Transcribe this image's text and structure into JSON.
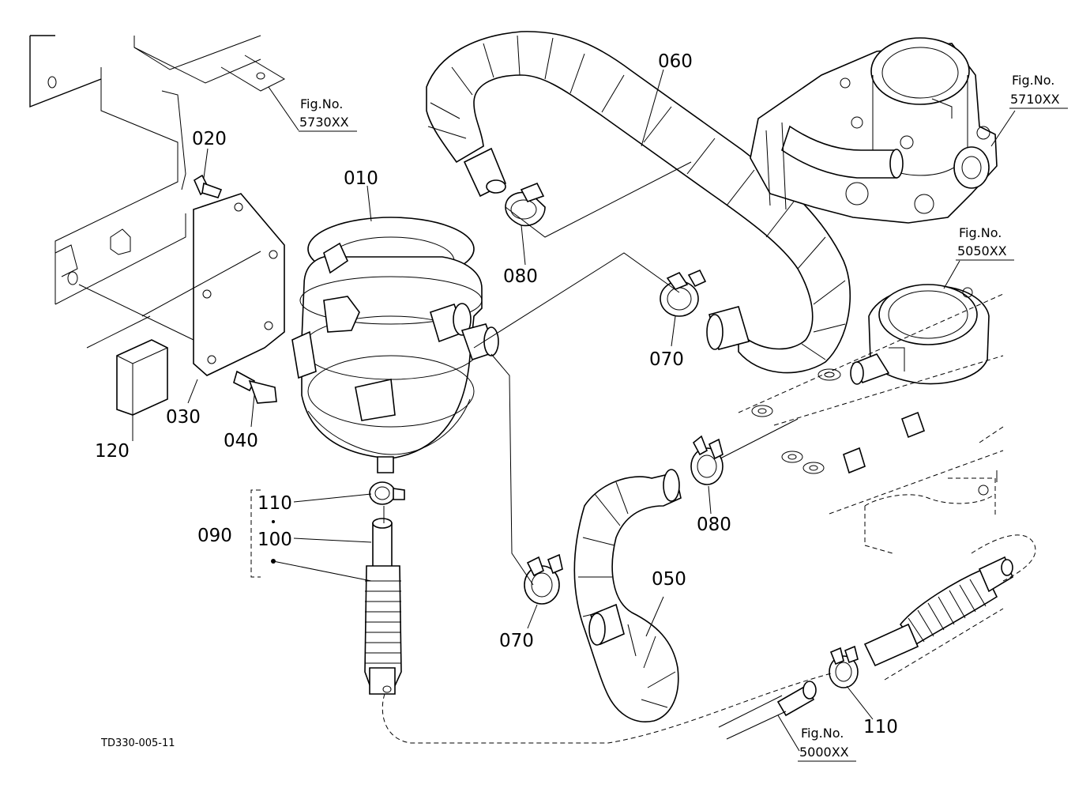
{
  "parts": {
    "p010": "010",
    "p020": "020",
    "p030": "030",
    "p040": "040",
    "p050": "050",
    "p060": "060",
    "p070a": "070",
    "p070b": "070",
    "p080a": "080",
    "p080b": "080",
    "p090": "090",
    "p100": "100",
    "p110a": "110",
    "p110b": "110",
    "p120": "120"
  },
  "figure_refs": {
    "r5730": {
      "label": "Fig.No.",
      "number": "5730XX"
    },
    "r5710": {
      "label": "Fig.No.",
      "number": "5710XX"
    },
    "r5050": {
      "label": "Fig.No.",
      "number": "5050XX"
    },
    "r5000": {
      "label": "Fig.No.",
      "number": "5000XX"
    }
  },
  "drawing_code": "TD330-005-11"
}
